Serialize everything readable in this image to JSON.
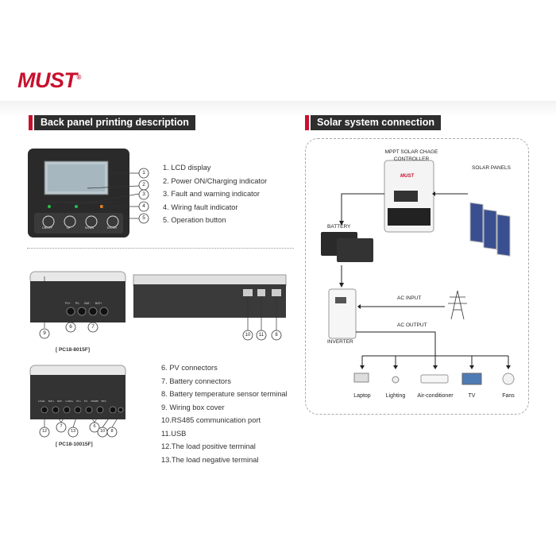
{
  "brand": {
    "logo": "MUST",
    "registered": "®"
  },
  "left_section": {
    "title": "Back panel printing description",
    "front_list": [
      "1.  LCD display",
      "2.  Power ON/Charging indicator",
      "3.  Fault and warning indicator",
      "4.  Wiring fault indicator",
      "5.  Operation button"
    ],
    "callouts_front": [
      "1",
      "2",
      "3",
      "4",
      "5"
    ],
    "indicator_labels": [
      "POWER CHARGING",
      "FAULT WARNING",
      "WIRING FAULT"
    ],
    "button_labels": [
      "ON/OFF",
      "UP",
      "DOWN",
      "ENTER"
    ],
    "model_a": "[ PC18-8015F]",
    "model_b": "[ PC18-10015F]",
    "callouts_a": [
      "9",
      "6",
      "7"
    ],
    "callouts_side": [
      "10",
      "11",
      "8"
    ],
    "callouts_b": [
      "12",
      "7",
      "13",
      "6",
      "10",
      "8"
    ],
    "terminals_a": [
      "PV+",
      "PV-",
      "BAT-",
      "BAT+"
    ],
    "terminals_b": [
      "LOAD-",
      "BAT+",
      "BAT-",
      "LOAD+",
      "PV+",
      "PV-",
      "RS485",
      "BTS"
    ],
    "back_list": [
      "6.  PV connectors",
      "7.  Battery connectors",
      "8.  Battery temperature sensor terminal",
      "9.  Wiring box cover",
      "10.RS485 communication port",
      "11.USB",
      "12.The load positive terminal",
      "13.The load negative terminal"
    ]
  },
  "right_section": {
    "title": "Solar system connection",
    "controller_label": "MPPT SOLAR CHAGE\nCONTROLLER",
    "controller_brand": "MUST",
    "panels_label": "SOLAR PANELS",
    "battery_label": "BATTERY",
    "ac_input_label": "AC INPUT",
    "ac_output_label": "AC OUTPUT",
    "inverter_label": "INVERTER",
    "loads": [
      "Laptop",
      "Lighting",
      "Air-conditioner",
      "TV",
      "Fans"
    ]
  },
  "colors": {
    "brand_red": "#c8102e",
    "header_dark": "#2e2e2e",
    "panel_blue": "#3a4f8f"
  }
}
